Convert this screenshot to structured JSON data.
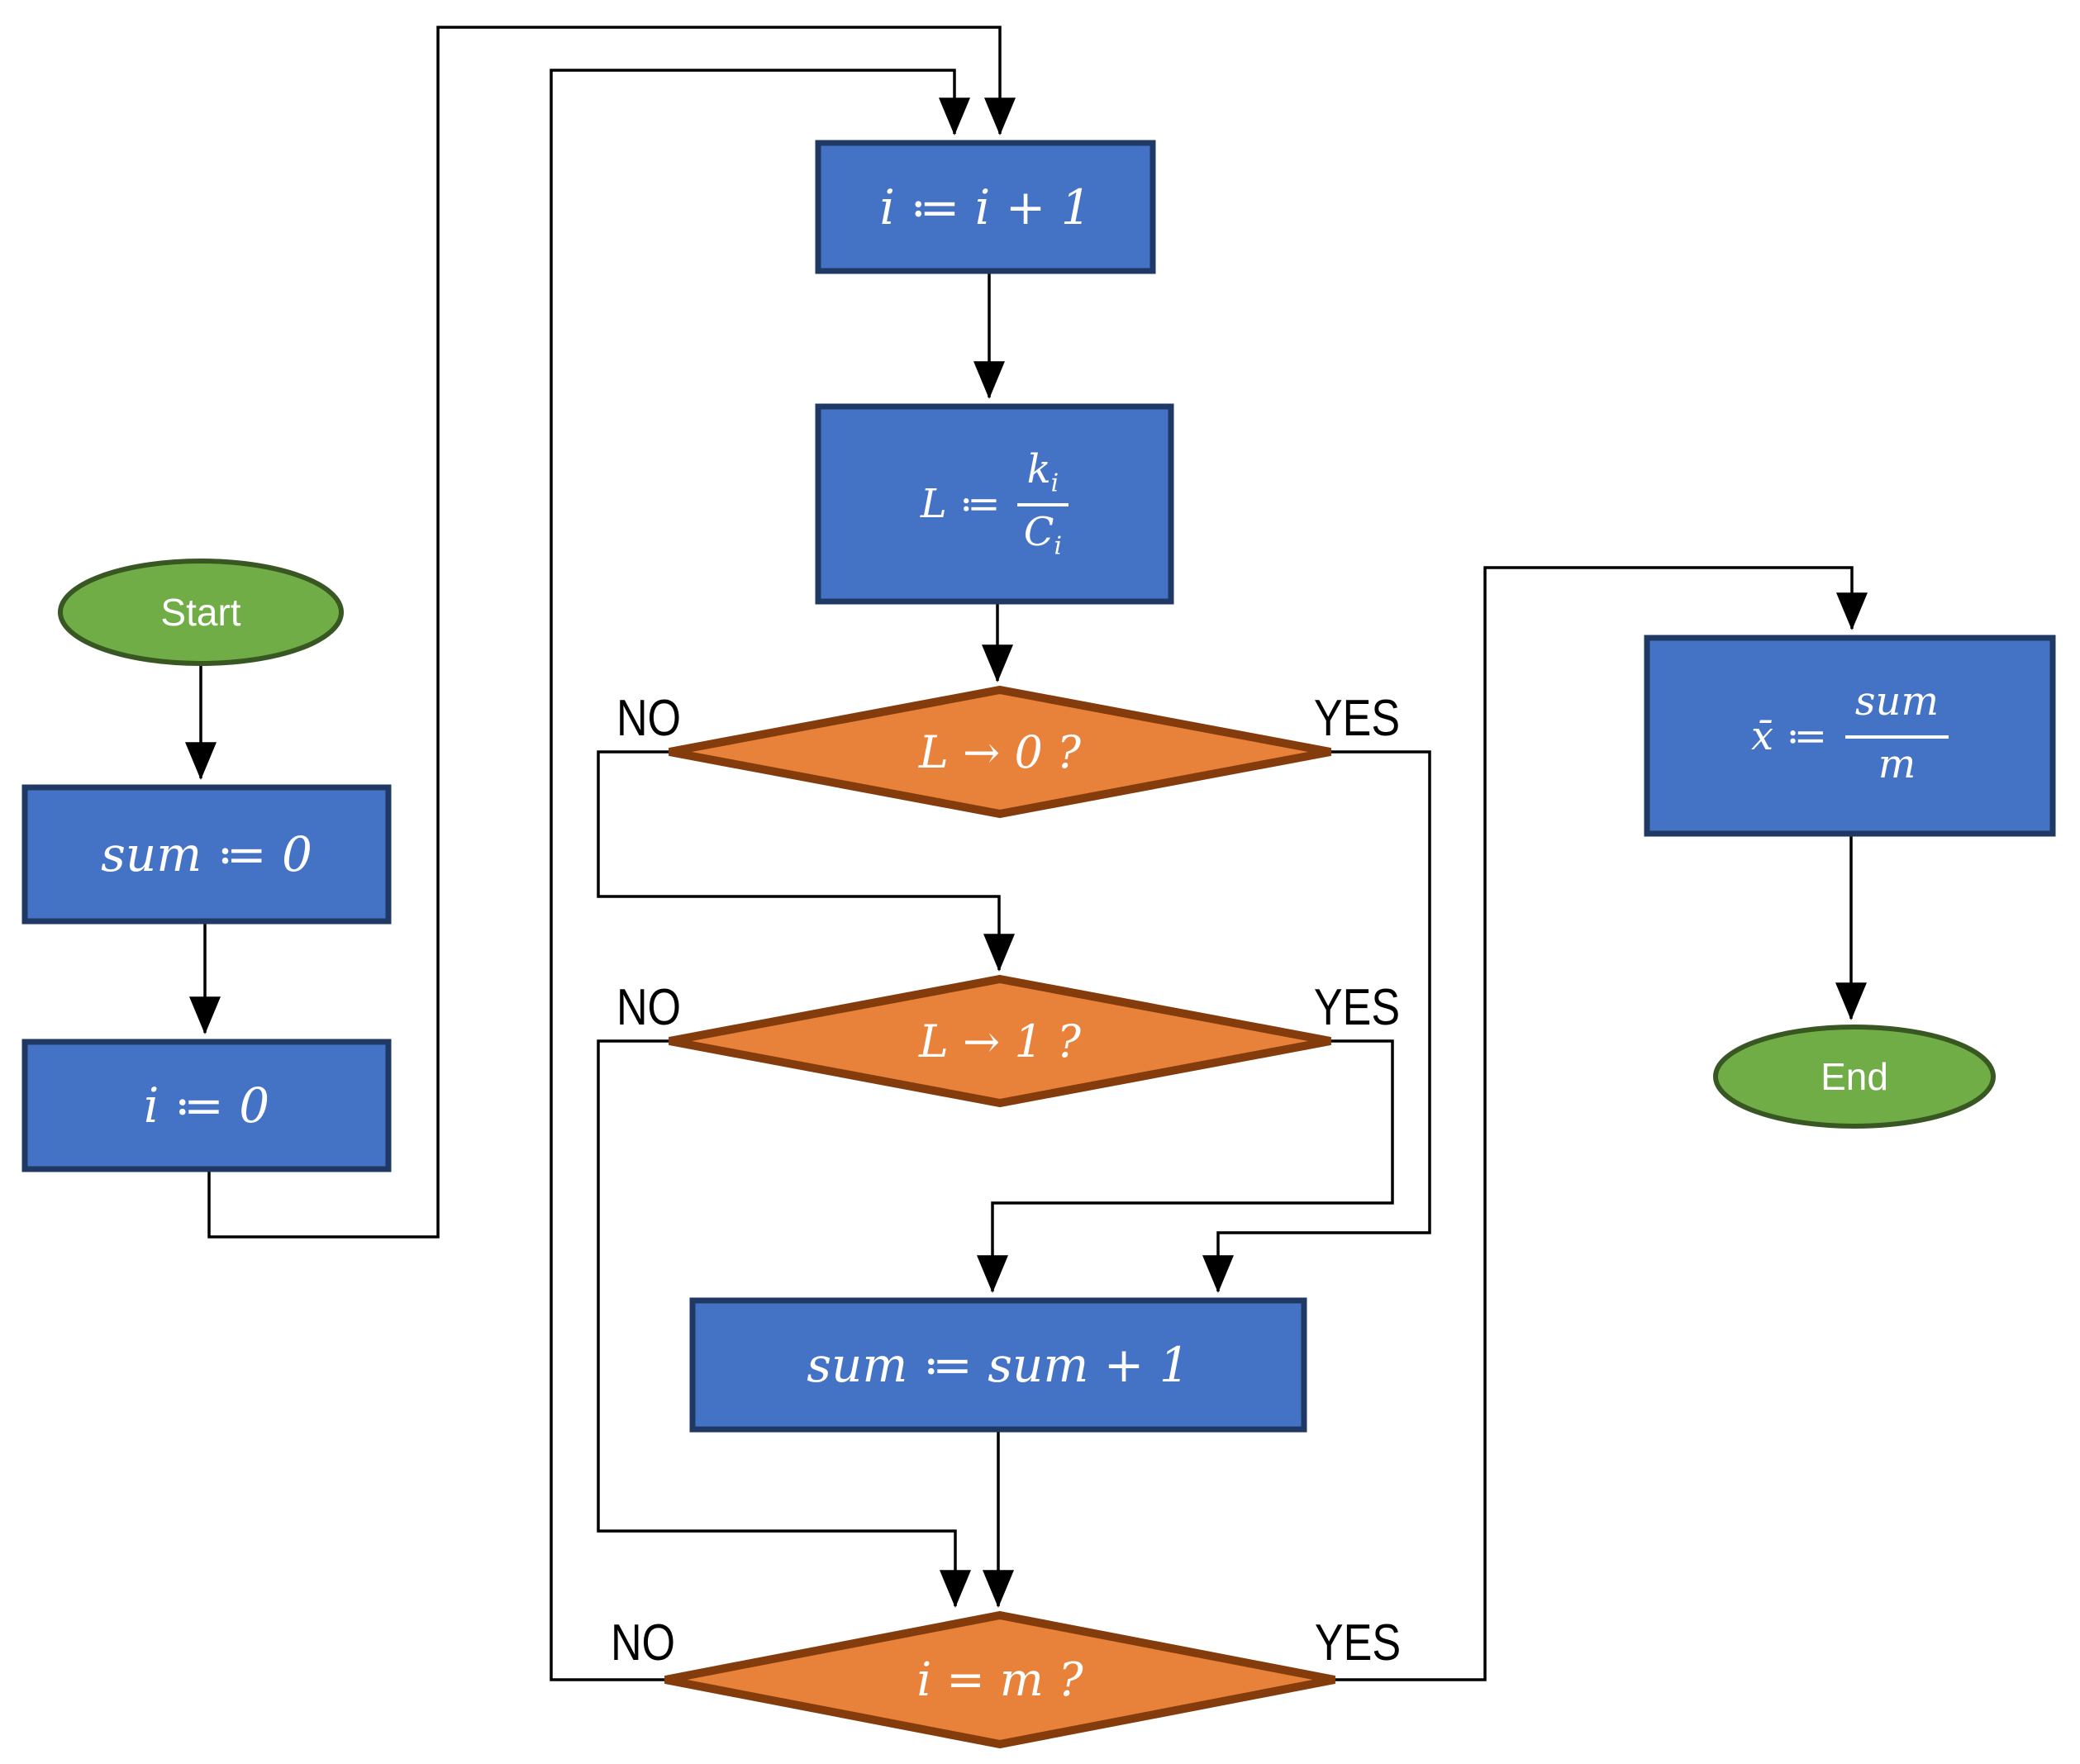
{
  "diagram": {
    "type": "flowchart",
    "nodes": {
      "start": {
        "shape": "ellipse",
        "label": "Start"
      },
      "init_sum": {
        "shape": "process",
        "label": "sum ≔ 0"
      },
      "init_i": {
        "shape": "process",
        "label": "i ≔ 0"
      },
      "increment_i": {
        "shape": "process",
        "label": "i ≔ i + 1"
      },
      "compute_ratio": {
        "shape": "process",
        "lhs": "L ≔",
        "numerator": "k",
        "numerator_sub": "i",
        "denominator": "C",
        "denominator_sub": "i"
      },
      "check_L_to_0": {
        "shape": "decision",
        "label": "L → 0 ?"
      },
      "check_L_to_1": {
        "shape": "decision",
        "label": "L → 1 ?"
      },
      "increment_sum": {
        "shape": "process",
        "label": "sum ≔ sum + 1"
      },
      "check_i_equals_m": {
        "shape": "decision",
        "label": "i = m ?"
      },
      "compute_mean": {
        "shape": "process",
        "lhs": "x̄ ≔",
        "numerator": "sum",
        "denominator": "m"
      },
      "end": {
        "shape": "ellipse",
        "label": "End"
      }
    },
    "edge_labels": {
      "no": "NO",
      "yes": "YES"
    },
    "colors": {
      "process_fill": "#4472C4",
      "process_border": "#1F3864",
      "decision_fill": "#E8823A",
      "decision_border": "#843C0C",
      "terminator_fill": "#70AD47",
      "terminator_border": "#385723",
      "connector": "#000000",
      "node_text": "#FFFFFF",
      "edge_label_text": "#000000"
    }
  }
}
